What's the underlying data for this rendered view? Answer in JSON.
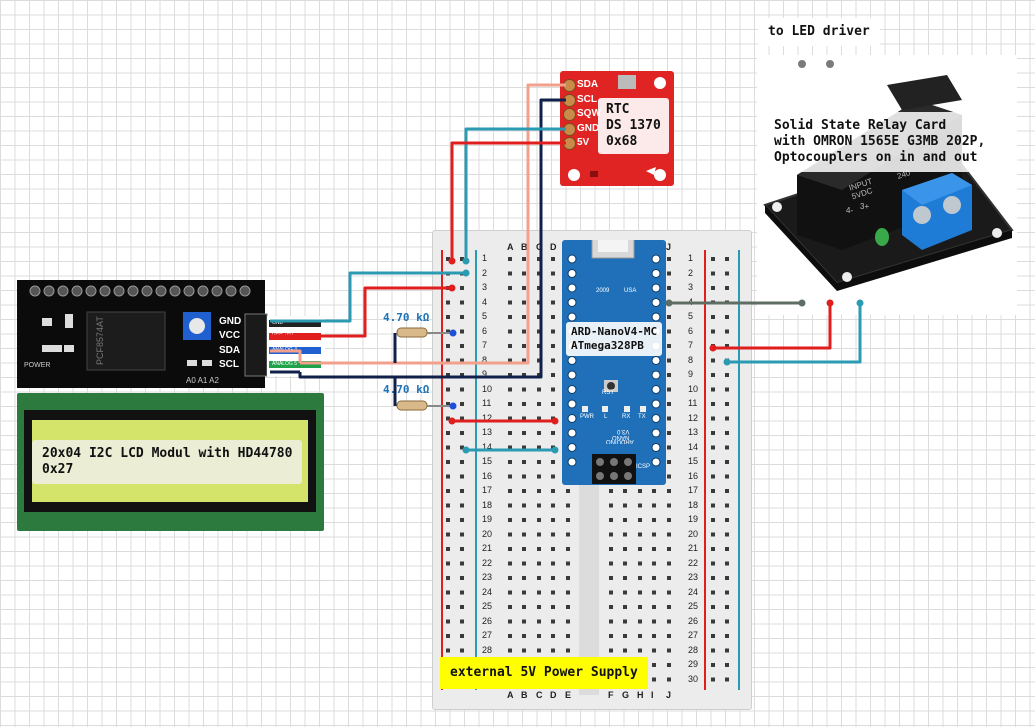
{
  "labels": {
    "led_driver": "to LED driver",
    "relay": "Solid State Relay Card\nwith OMRON 1565E G3MB 202P,\nOptocouplers on in and out",
    "rtc": "RTC\nDS 1370\n0x68",
    "lcd": "20x04 I2C LCD Modul with HD44780\n0x27",
    "nano": "ARD-NanoV4-MC\nATmega328PB",
    "power": "external 5V Power Supply"
  },
  "resistors": [
    "4.70 kΩ",
    "4.70 kΩ"
  ],
  "rtc_pins": [
    "SDA",
    "SCL",
    "SQW",
    "GND",
    "5V"
  ],
  "lcd_pins": [
    "GND",
    "VCC",
    "SDA",
    "SCL"
  ],
  "lcd_board": {
    "chip": "PCF8574AT",
    "power": "POWER",
    "address_pins": "A0 A1 A2",
    "tag_gnd": "GND",
    "tag_vcc": "VCC +5V",
    "tag_sda": "ANALOG 4",
    "tag_scl": "ANALOG 5"
  },
  "breadboard": {
    "columns_left": [
      "A",
      "B",
      "C",
      "D",
      "E"
    ],
    "columns_right": [
      "F",
      "G",
      "H",
      "I",
      "J"
    ],
    "rows": 30
  },
  "nano_board": {
    "year": "2009",
    "usa": "USA",
    "rst": "RST",
    "arduino": "ARDUINO",
    "nano_v3": "NANO\nV3.0",
    "pwr": "PWR",
    "l": "L",
    "rx": "RX",
    "tx": "TX",
    "icsp": "ICSP"
  },
  "relay_board": {
    "input": "INPUT\n5VDC",
    "minus": "4-",
    "plus": "3+",
    "label_240": "240"
  },
  "colors": {
    "red": "#e01e1e",
    "teal": "#2a9bb3",
    "navy": "#10204a",
    "salmon": "#f2a08c",
    "gray": "#5f6e64",
    "nano_blue": "#1f70b8",
    "rtc_red": "#e02424",
    "lcd_green": "#d4e36a",
    "highlight": "#ffff00"
  }
}
